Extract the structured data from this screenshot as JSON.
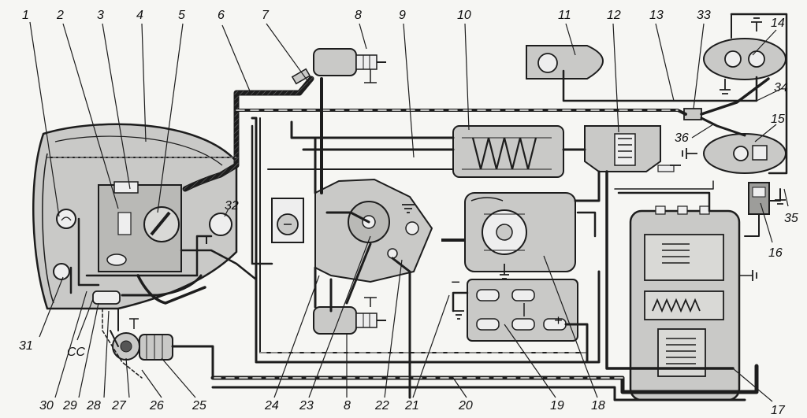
{
  "diagram": {
    "colors": {
      "background": "#f6f6f3",
      "ink": "#1d1d1d",
      "component_fill": "#c9c9c7",
      "component_fill_dark": "#a9a9a6",
      "label": "#111111"
    },
    "labels": {
      "top": [
        "1",
        "2",
        "3",
        "4",
        "5",
        "6",
        "7",
        "8",
        "9",
        "10",
        "11",
        "12",
        "13",
        "33",
        "14",
        "34",
        "15",
        "36",
        "35",
        "16"
      ],
      "bottom": [
        "31",
        "CC",
        "30",
        "29",
        "28",
        "27",
        "26",
        "25",
        "24",
        "23",
        "8",
        "22",
        "21",
        "20",
        "19",
        "18",
        "17"
      ],
      "inline": [
        "32"
      ]
    },
    "symbols": {
      "battery_minus": "−",
      "battery_plus": "+"
    }
  }
}
